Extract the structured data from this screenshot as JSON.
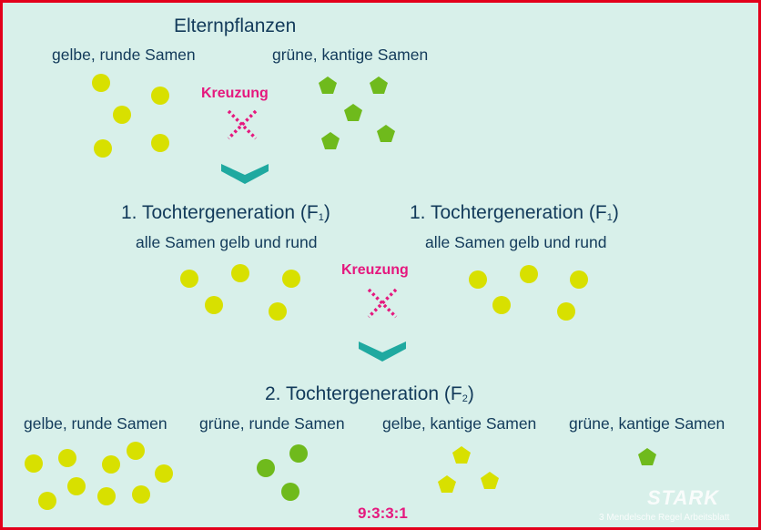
{
  "parents": {
    "title": "Elternpflanzen",
    "left_label": "gelbe, runde Samen",
    "right_label": "grüne, kantige Samen",
    "cross": "Kreuzung"
  },
  "f1": {
    "title": "1. Tochtergeneration (F",
    "sub_index": "1",
    "title_end": ")",
    "label": "alle Samen gelb und rund",
    "cross": "Kreuzung"
  },
  "f2": {
    "title": "2. Tochtergeneration (F",
    "sub_index": "2",
    "title_end": ")",
    "labels": [
      "gelbe, runde Samen",
      "grüne, runde Samen",
      "gelbe, kantige Samen",
      "grüne, kantige Samen"
    ],
    "ratio": "9:3:3:1"
  },
  "watermark": {
    "brand": "STARK",
    "caption": "3 Mendelsche Regel Arbeitsblatt"
  },
  "colors": {
    "background": "#d8f0ea",
    "border": "#e3001b",
    "yellow_seed": "#d8e000",
    "green_seed": "#6fba1c",
    "cross_pink": "#e5187e",
    "arrow_teal": "#1fa9a0",
    "text_navy": "#123a5a"
  },
  "icons": [
    "cross-icon",
    "chevron-down-icon",
    "round-seed-icon",
    "angular-seed-icon"
  ]
}
